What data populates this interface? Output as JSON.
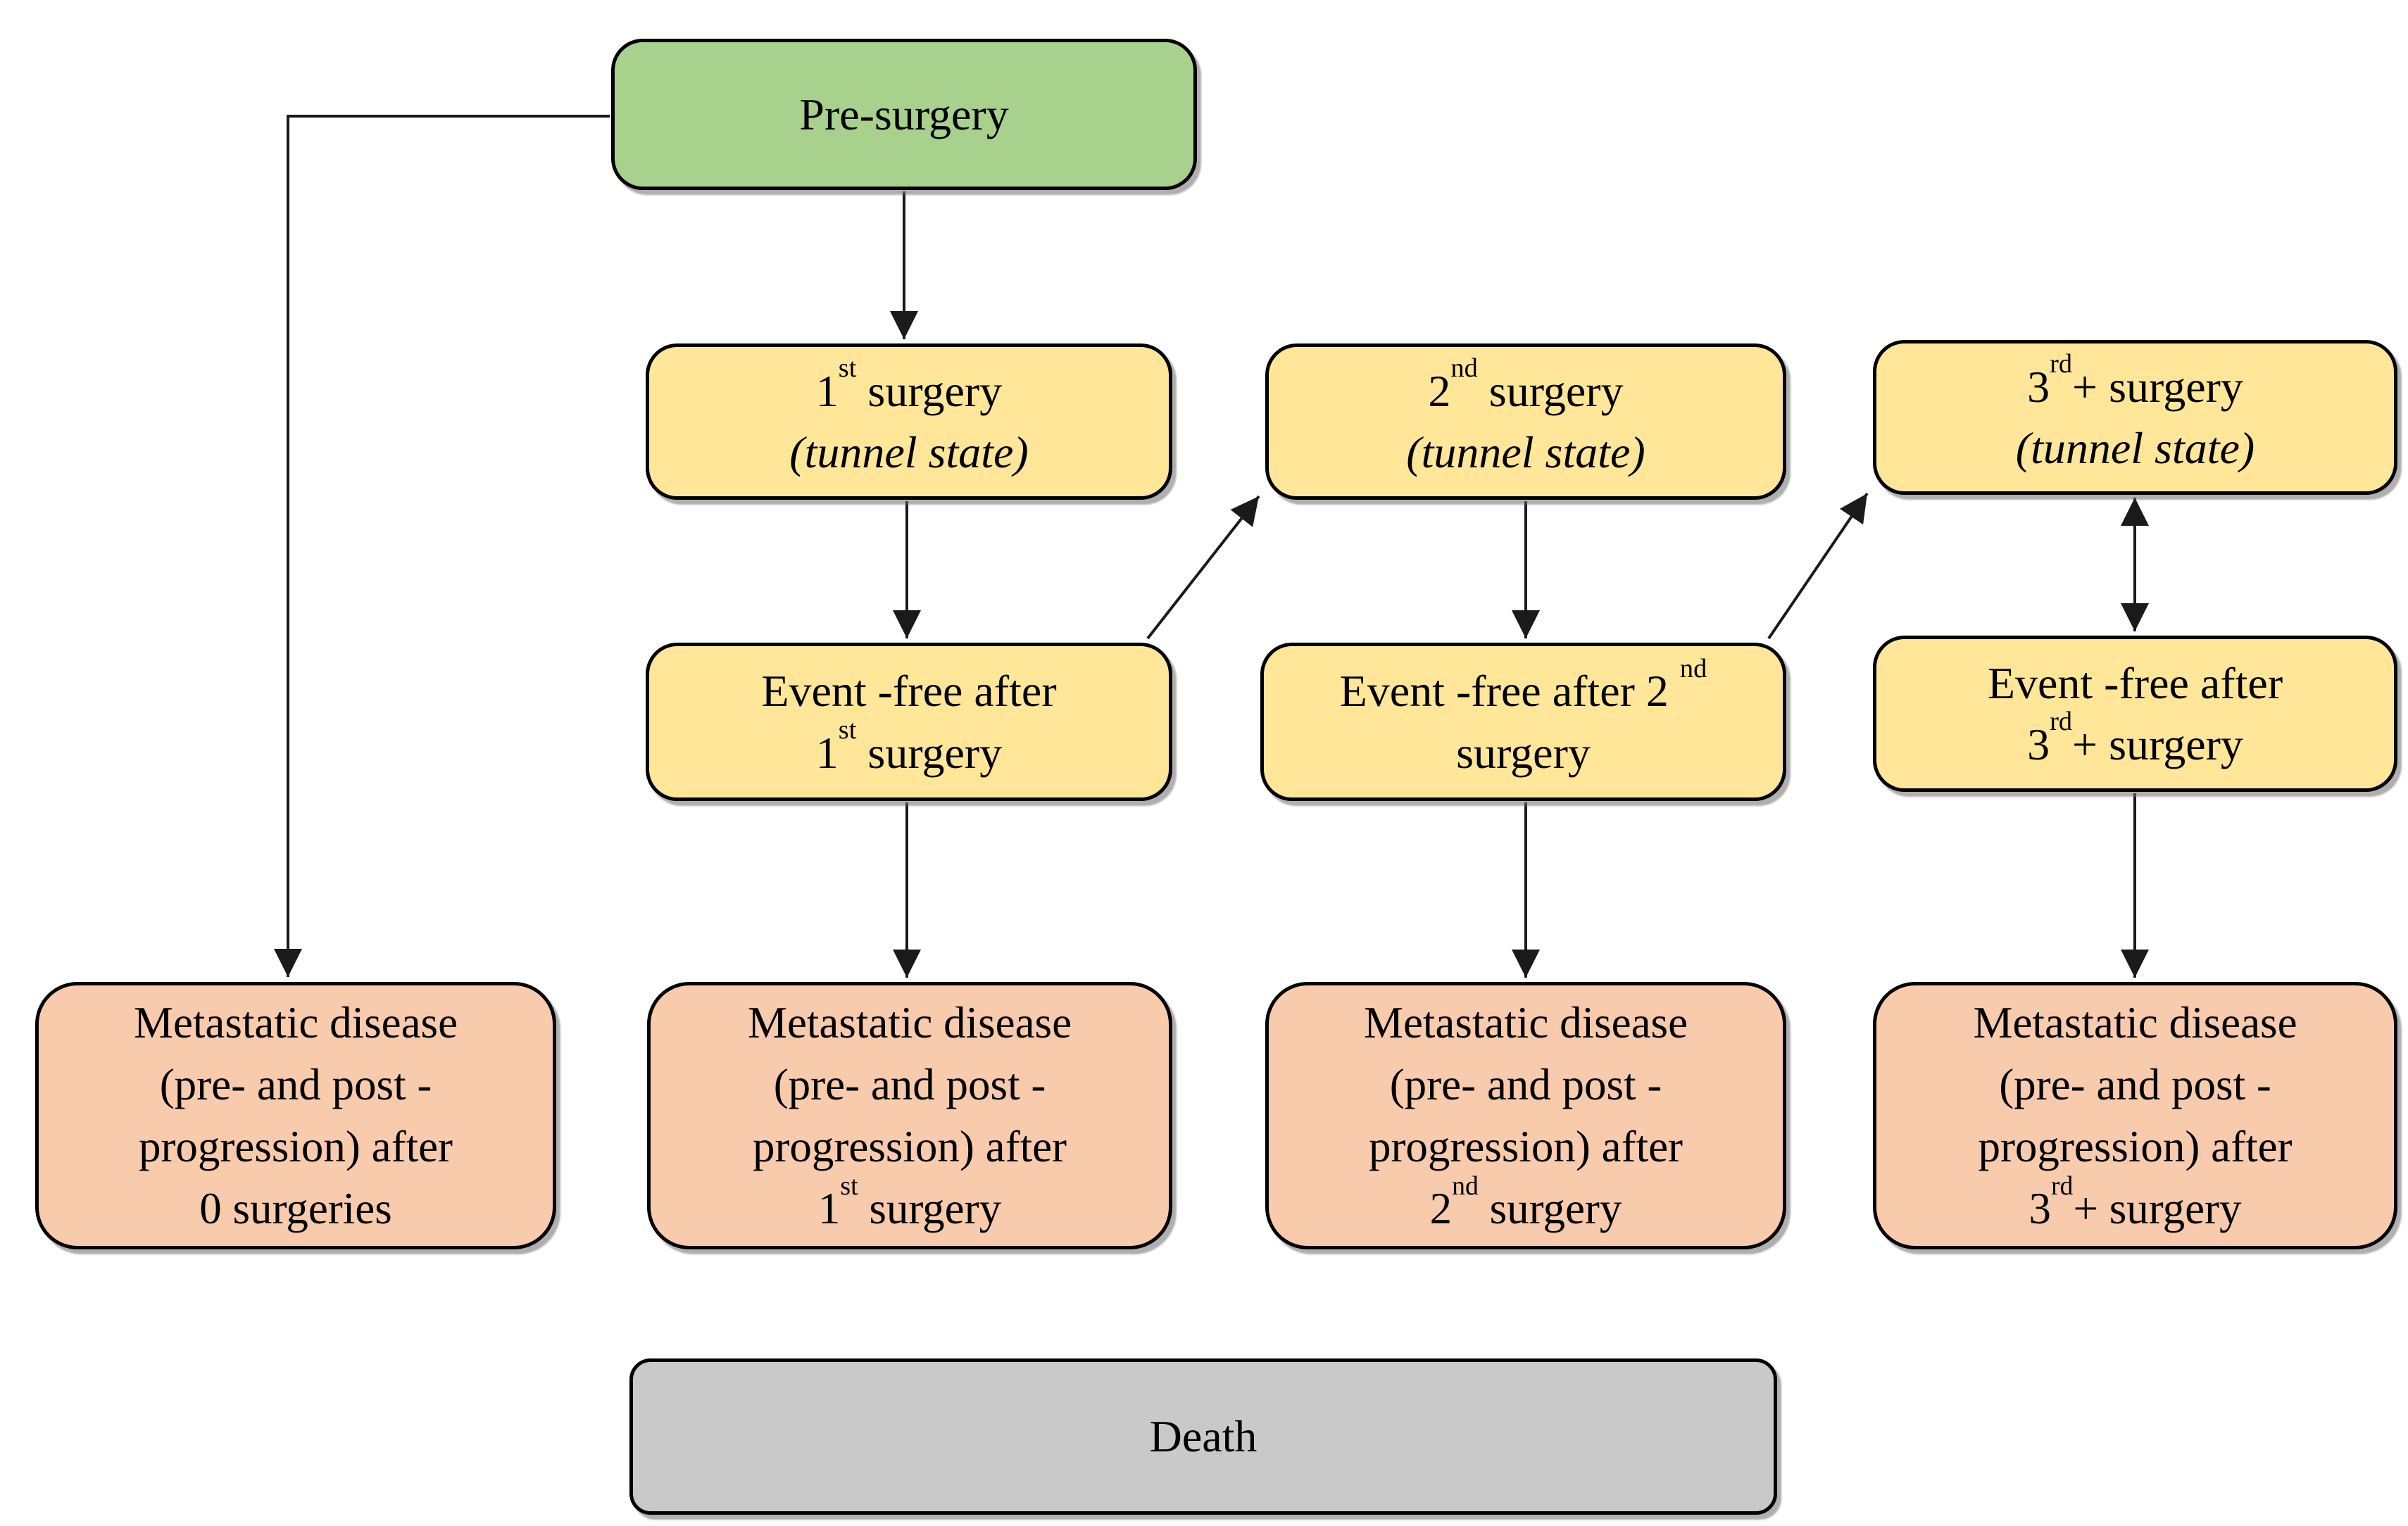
{
  "figure": {
    "type": "state-transition-diagram",
    "background": "#FFFFFF",
    "palette": {
      "pre_surgery_fill": "#A9D18E",
      "surgery_fill": "#FFE699",
      "metastatic_fill": "#F8CBAD",
      "death_fill": "#C9C9C9",
      "border": "#000000",
      "arrow": "#1A1A1A"
    },
    "nodes": [
      {
        "id": "pre-surgery",
        "fill": "#A9D18E",
        "lines": [
          {
            "segments": [
              {
                "t": "Pre-surgery"
              }
            ]
          }
        ]
      },
      {
        "id": "surgery-1",
        "fill": "#FFE699",
        "lines": [
          {
            "segments": [
              {
                "t": "1"
              },
              {
                "t": "st",
                "sup": true
              },
              {
                "t": " surgery"
              }
            ]
          },
          {
            "italic": true,
            "segments": [
              {
                "t": "(tunnel state)"
              }
            ]
          }
        ]
      },
      {
        "id": "surgery-2",
        "fill": "#FFE699",
        "lines": [
          {
            "segments": [
              {
                "t": "2"
              },
              {
                "t": "nd",
                "sup": true
              },
              {
                "t": " surgery"
              }
            ]
          },
          {
            "italic": true,
            "segments": [
              {
                "t": "(tunnel state)"
              }
            ]
          }
        ]
      },
      {
        "id": "surgery-3",
        "fill": "#FFE699",
        "lines": [
          {
            "segments": [
              {
                "t": "3"
              },
              {
                "t": "rd",
                "sup": true
              },
              {
                "t": "+ surgery"
              }
            ]
          },
          {
            "italic": true,
            "segments": [
              {
                "t": "(tunnel state)"
              }
            ]
          }
        ]
      },
      {
        "id": "event-free-1",
        "fill": "#FFE699",
        "lines": [
          {
            "segments": [
              {
                "t": "Event -free after"
              }
            ]
          },
          {
            "segments": [
              {
                "t": "1"
              },
              {
                "t": "st",
                "sup": true
              },
              {
                "t": " surgery"
              }
            ]
          }
        ]
      },
      {
        "id": "event-free-2",
        "fill": "#FFE699",
        "lines": [
          {
            "segments": [
              {
                "t": "Event -free after 2 "
              },
              {
                "t": "nd",
                "sup": true
              }
            ]
          },
          {
            "segments": [
              {
                "t": "surgery"
              }
            ]
          }
        ]
      },
      {
        "id": "event-free-3",
        "fill": "#FFE699",
        "lines": [
          {
            "segments": [
              {
                "t": "Event -free after"
              }
            ]
          },
          {
            "segments": [
              {
                "t": "3"
              },
              {
                "t": "rd",
                "sup": true
              },
              {
                "t": "+ surgery"
              }
            ]
          }
        ]
      },
      {
        "id": "met-0",
        "fill": "#F8CBAD",
        "lines": [
          {
            "segments": [
              {
                "t": "Metastatic disease"
              }
            ]
          },
          {
            "segments": [
              {
                "t": "(pre- and post -"
              }
            ]
          },
          {
            "segments": [
              {
                "t": "progression) after"
              }
            ]
          },
          {
            "segments": [
              {
                "t": "0 surgeries"
              }
            ]
          }
        ]
      },
      {
        "id": "met-1",
        "fill": "#F8CBAD",
        "lines": [
          {
            "segments": [
              {
                "t": "Metastatic disease"
              }
            ]
          },
          {
            "segments": [
              {
                "t": "(pre- and post -"
              }
            ]
          },
          {
            "segments": [
              {
                "t": "progression) after"
              }
            ]
          },
          {
            "segments": [
              {
                "t": "1"
              },
              {
                "t": "st",
                "sup": true
              },
              {
                "t": " surgery"
              }
            ]
          }
        ]
      },
      {
        "id": "met-2",
        "fill": "#F8CBAD",
        "lines": [
          {
            "segments": [
              {
                "t": "Metastatic disease"
              }
            ]
          },
          {
            "segments": [
              {
                "t": "(pre- and post -"
              }
            ]
          },
          {
            "segments": [
              {
                "t": "progression) after"
              }
            ]
          },
          {
            "segments": [
              {
                "t": "2"
              },
              {
                "t": "nd",
                "sup": true
              },
              {
                "t": " surgery"
              }
            ]
          }
        ]
      },
      {
        "id": "met-3",
        "fill": "#F8CBAD",
        "lines": [
          {
            "segments": [
              {
                "t": "Metastatic disease"
              }
            ]
          },
          {
            "segments": [
              {
                "t": "(pre- and post -"
              }
            ]
          },
          {
            "segments": [
              {
                "t": "progression) after"
              }
            ]
          },
          {
            "segments": [
              {
                "t": "3"
              },
              {
                "t": "rd",
                "sup": true
              },
              {
                "t": "+ surgery"
              }
            ]
          }
        ]
      },
      {
        "id": "death",
        "fill": "#C9C9C9",
        "lines": [
          {
            "segments": [
              {
                "t": "Death"
              }
            ]
          }
        ]
      }
    ]
  }
}
